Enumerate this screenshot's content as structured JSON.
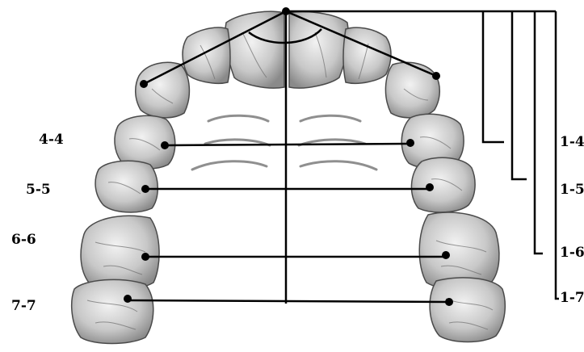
{
  "left_labels": {
    "l44": "4-4",
    "l55": "5-5",
    "l66": "6-6",
    "l77": "7-7"
  },
  "right_labels": {
    "r14": "1-4",
    "r15": "1-5",
    "r16": "1-6",
    "r17": "1-7"
  },
  "colors": {
    "line": "#000000",
    "tooth_fill": "#d9d9d9",
    "tooth_shade": "#9a9a9a",
    "tooth_outline": "#4a4a4a",
    "palate_ridge": "#8f8f8f"
  }
}
